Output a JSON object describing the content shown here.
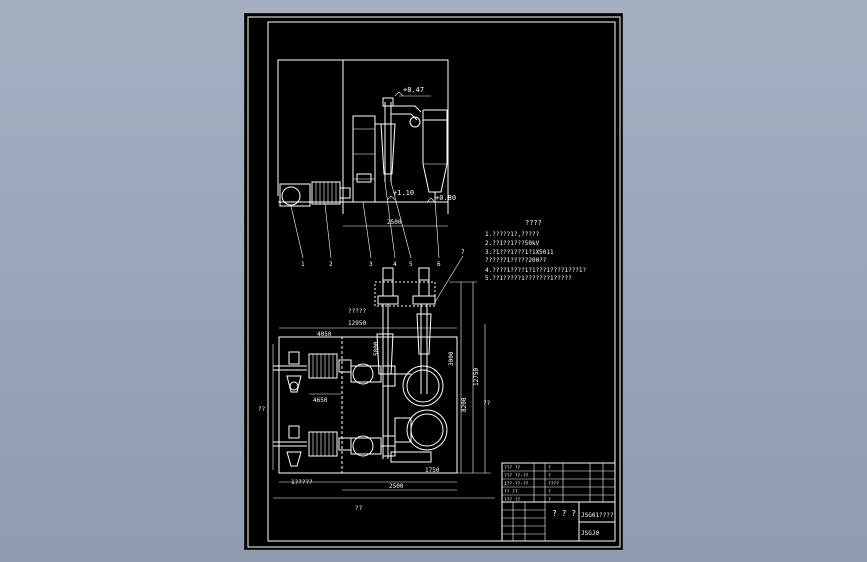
{
  "drawing": {
    "elevation_labels": {
      "top": "+8.47",
      "mid": "+1.10",
      "right": "+0.80"
    },
    "dim_elevation_width": "2500",
    "leaders": [
      "1",
      "2",
      "3",
      "4",
      "5",
      "6",
      "7"
    ],
    "notes": {
      "title": "????",
      "lines": [
        "1.?????1?,?????",
        "2.??1??1???50kV",
        "3.?1???1???1?1X5011",
        "??????1?????200??",
        "4.????1????1?1???1????1???1?",
        "5.??1?????1???????1?????"
      ]
    },
    "plan": {
      "title": "?????",
      "dim_top": "12950",
      "dim_upper": "4050",
      "dim_left": "4650",
      "dim_vert_1": "3000",
      "dim_vert_2": "8200",
      "dim_vert_3": "12750",
      "dim_vert_4": "5800",
      "dim_bottom_1": "2500",
      "dim_bottom_2": "1750",
      "bottom_caption": "1?????",
      "left_mark": "??",
      "right_mark": "??",
      "bottom_mark": "??"
    },
    "title_block": {
      "name": "? ? ?",
      "drawing_no": "JSG01????",
      "sheet": "JSGJ0",
      "row_labels": [
        "??? ??",
        "??? ??-??",
        "1??-??-??",
        "?? ??",
        "??? ??"
      ],
      "row_values": [
        "?",
        "?",
        "????",
        "?",
        "?"
      ]
    }
  }
}
